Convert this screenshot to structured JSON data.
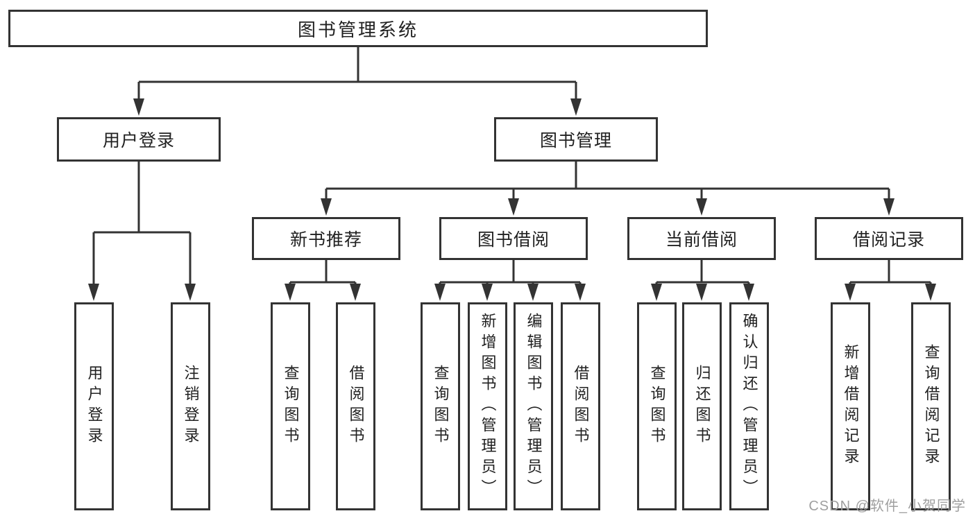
{
  "tree": {
    "label": "图书管理系统",
    "children": [
      {
        "label": "用户登录",
        "children": [
          {
            "label": "用户登录"
          },
          {
            "label": "注销登录"
          }
        ]
      },
      {
        "label": "图书管理",
        "children": [
          {
            "label": "新书推荐",
            "children": [
              {
                "label": "查询图书"
              },
              {
                "label": "借阅图书"
              }
            ]
          },
          {
            "label": "图书借阅",
            "children": [
              {
                "label": "查询图书"
              },
              {
                "label": "新增图书（管理员）"
              },
              {
                "label": "编辑图书（管理员）"
              },
              {
                "label": "借阅图书"
              }
            ]
          },
          {
            "label": "当前借阅",
            "children": [
              {
                "label": "查询图书"
              },
              {
                "label": "归还图书"
              },
              {
                "label": "确认归还（管理员）"
              }
            ]
          },
          {
            "label": "借阅记录",
            "children": [
              {
                "label": "新增借阅记录"
              },
              {
                "label": "查询借阅记录"
              }
            ]
          }
        ]
      }
    ]
  },
  "watermark": {
    "text": "CSDN @软件_小贺同学",
    "color": "#9f9f9f"
  },
  "colors": {
    "line": "#333333",
    "border": "#333333",
    "text": "#212121",
    "background": "#ffffff"
  }
}
